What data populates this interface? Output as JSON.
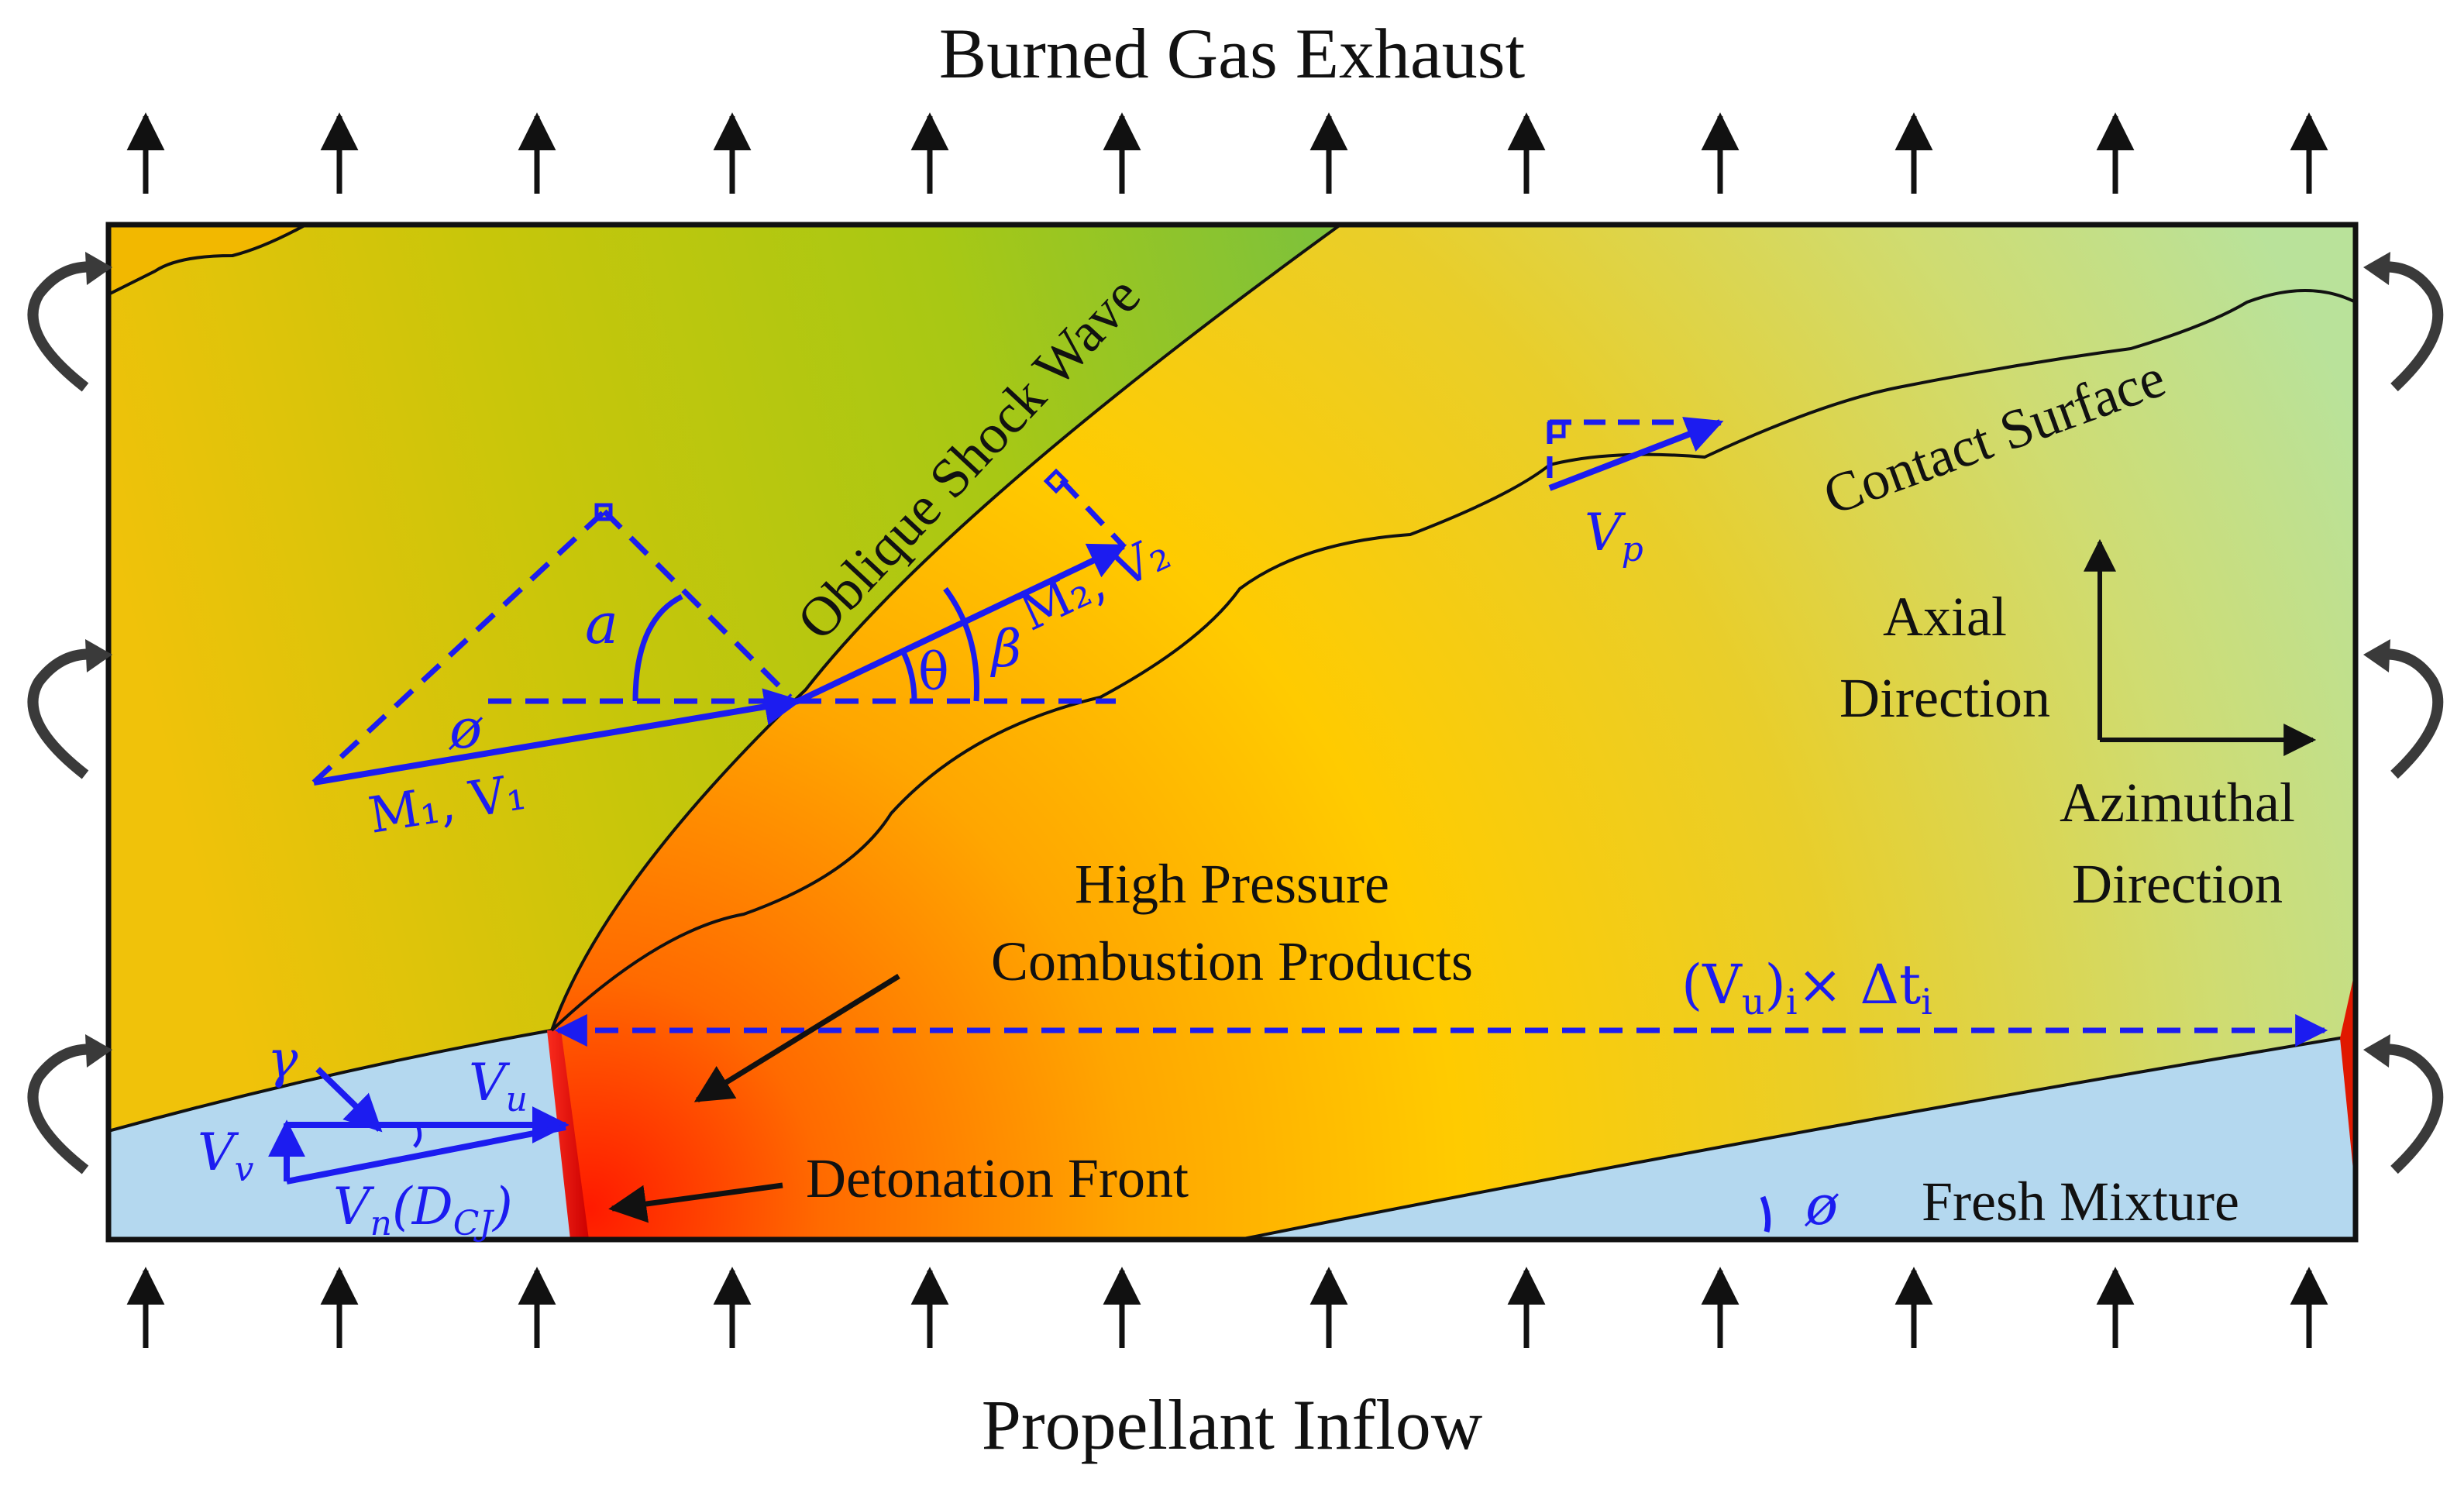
{
  "title_top": "Burned Gas Exhaust",
  "title_bottom": "Propellant Inflow",
  "labels": {
    "oblique_shock": "Oblique Shock Wave",
    "contact_surface": "Contact Surface",
    "high_pressure_line1": "High Pressure",
    "high_pressure_line2": "Combustion Products",
    "detonation_front": "Detonation Front",
    "fresh_mixture": "Fresh Mixture",
    "axial_line1": "Axial",
    "axial_line2": "Direction",
    "azimuthal_line1": "Azimuthal",
    "azimuthal_line2": "Direction"
  },
  "symbols": {
    "alpha": "a",
    "phi": "ø",
    "theta": "θ",
    "beta": "β",
    "m1v1": "M₁, V₁",
    "m2v2": "M₂, V₂",
    "vp": "V",
    "vp_sub": "p",
    "vu": "V",
    "vu_sub": "u",
    "vv": "V",
    "vv_sub": "v",
    "vn": "V",
    "vn_sub": "n",
    "dcj": "(D",
    "dcj_sub": "CJ",
    "dcj_close": ")",
    "gamma": "γ",
    "phi_bottom": "ø",
    "distance_open": "(V",
    "distance_u": "u",
    "distance_close": ")",
    "distance_i": "i",
    "distance_times": "× Δt",
    "distance_i2": "i"
  },
  "colors": {
    "vector_blue": "#1c1cf0",
    "fresh_mixture": "#b4d8ef",
    "detonation_red": "#ee1a00",
    "arrow_dark": "#3a3a3a"
  }
}
